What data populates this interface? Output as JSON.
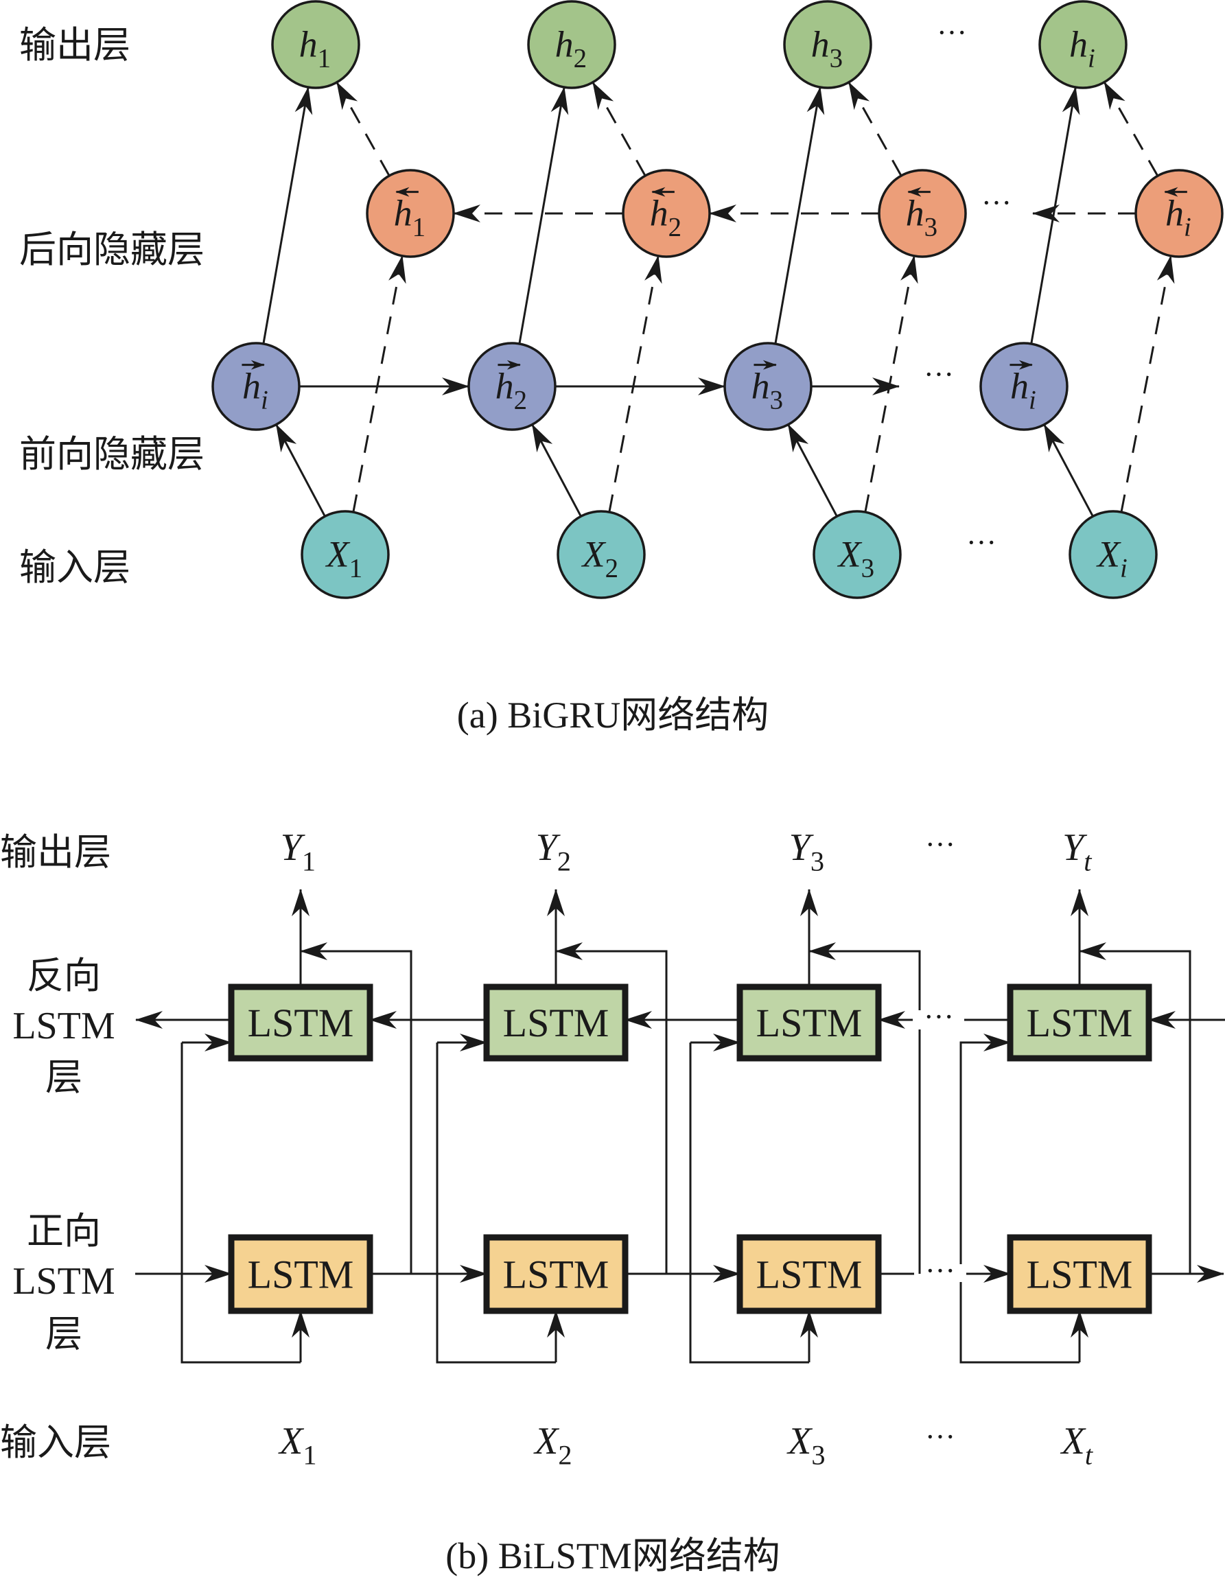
{
  "bigru": {
    "caption": "(a) BiGRU网络结构",
    "layer_labels": {
      "output": "输出层",
      "backward_hidden": "后向隐藏层",
      "forward_hidden": "前向隐藏层",
      "input": "输入层"
    },
    "output_nodes": [
      {
        "base": "h",
        "sub": "1"
      },
      {
        "base": "h",
        "sub": "2"
      },
      {
        "base": "h",
        "sub": "3"
      },
      {
        "base": "h",
        "sub": "i"
      }
    ],
    "backward_nodes": [
      {
        "base": "h",
        "sub": "1"
      },
      {
        "base": "h",
        "sub": "2"
      },
      {
        "base": "h",
        "sub": "3"
      },
      {
        "base": "h",
        "sub": "i"
      }
    ],
    "forward_nodes": [
      {
        "base": "h",
        "sub": "i"
      },
      {
        "base": "h",
        "sub": "2"
      },
      {
        "base": "h",
        "sub": "3"
      },
      {
        "base": "h",
        "sub": "i"
      }
    ],
    "input_nodes": [
      {
        "base": "X",
        "sub": "1"
      },
      {
        "base": "X",
        "sub": "2"
      },
      {
        "base": "X",
        "sub": "3"
      },
      {
        "base": "X",
        "sub": "i"
      }
    ],
    "ellipsis": "···",
    "colors": {
      "output": "#a3c48a",
      "backward": "#ec9e79",
      "forward": "#929ec8",
      "input": "#7cc5c3"
    }
  },
  "bilstm": {
    "caption": "(b) BiLSTM网络结构",
    "layer_labels": {
      "output": "输出层",
      "backward_line1": "反向",
      "backward_line2": "LSTM",
      "backward_line3": "层",
      "forward_line1": "正向",
      "forward_line2": "LSTM",
      "forward_line3": "层",
      "input": "输入层"
    },
    "cell_label": "LSTM",
    "outputs": [
      {
        "base": "Y",
        "sub": "1"
      },
      {
        "base": "Y",
        "sub": "2"
      },
      {
        "base": "Y",
        "sub": "3"
      },
      {
        "base": "Y",
        "sub": "t"
      }
    ],
    "inputs": [
      {
        "base": "X",
        "sub": "1"
      },
      {
        "base": "X",
        "sub": "2"
      },
      {
        "base": "X",
        "sub": "3"
      },
      {
        "base": "X",
        "sub": "t"
      }
    ],
    "ellipsis": "···",
    "colors": {
      "backward_cell": "#bfd5a6",
      "forward_cell": "#f5d291"
    }
  }
}
